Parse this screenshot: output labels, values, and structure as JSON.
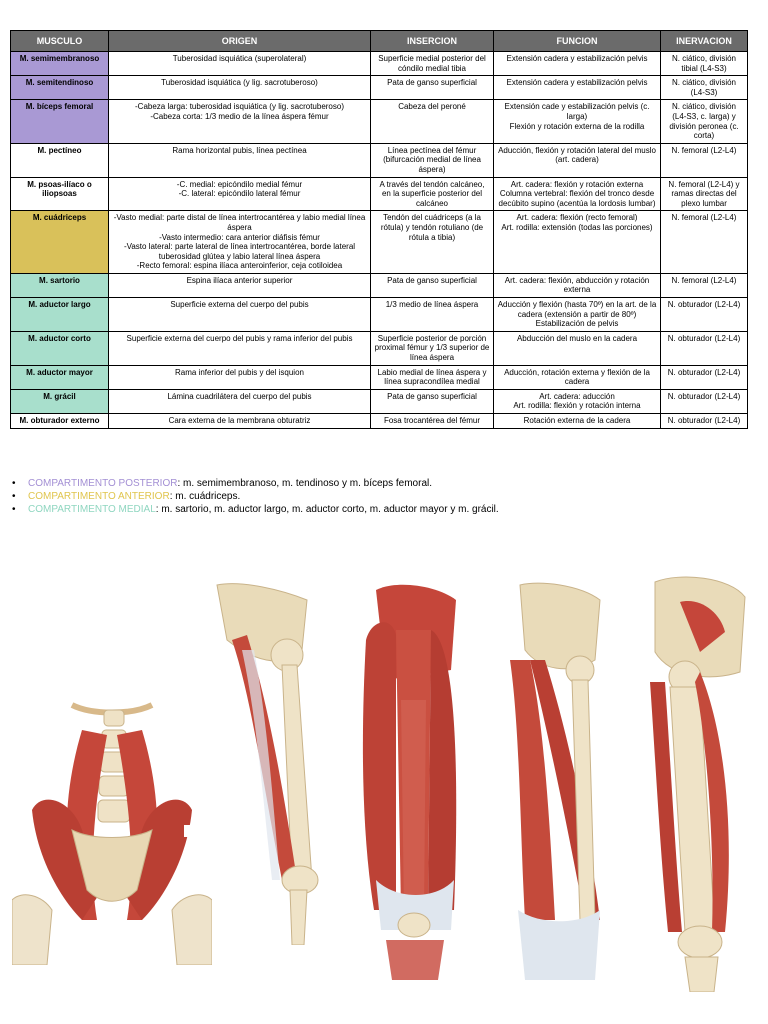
{
  "table": {
    "headers": [
      "MUSCULO",
      "ORIGEN",
      "INSERCION",
      "FUNCION",
      "INERVACION"
    ],
    "rows": [
      {
        "group": "post",
        "muscle": "M. semimembranoso",
        "origen": "Tuberosidad isquiática (superolateral)",
        "insercion": "Superficie medial posterior del cóndilo medial tibia",
        "funcion": "Extensión cadera y estabilización pelvis",
        "inervacion": "N. ciático, división tibial (L4-S3)"
      },
      {
        "group": "post",
        "muscle": "M. semitendinoso",
        "origen": "Tuberosidad isquiática (y lig. sacrotuberoso)",
        "insercion": "Pata de ganso superficial",
        "funcion": "Extensión cadera y estabilización pelvis",
        "inervacion": "N. ciático, división (L4-S3)"
      },
      {
        "group": "post",
        "muscle": "M. bíceps femoral",
        "origen": "-Cabeza larga: tuberosidad isquiática (y lig. sacrotuberoso)\n-Cabeza corta: 1/3 medio de la línea áspera fémur",
        "insercion": "Cabeza del peroné",
        "funcion": "Extensión cade y estabilización pelvis (c. larga)\nFlexión y rotación externa de la rodilla",
        "inervacion": "N. ciático, división (L4-S3, c. larga) y división peronea (c. corta)"
      },
      {
        "group": "plain",
        "muscle": "M. pectíneo",
        "origen": "Rama horizontal pubis, línea pectínea",
        "insercion": "Línea pectínea del fémur (bifurcación medial de línea áspera)",
        "funcion": "Aducción, flexión y rotación lateral del muslo (art. cadera)",
        "inervacion": "N. femoral (L2-L4)"
      },
      {
        "group": "plain",
        "muscle": "M. psoas-ilíaco o iliopsoas",
        "origen": "-C. medial: epicóndilo medial fémur\n-C. lateral: epicóndilo lateral fémur",
        "insercion": "A través del tendón calcáneo, en la superficie posterior del calcáneo",
        "funcion": "Art. cadera: flexión y rotación externa\nColumna vertebral: flexión del tronco desde decúbito supino (acentúa la lordosis lumbar)",
        "inervacion": "N. femoral (L2-L4) y ramas directas del plexo lumbar"
      },
      {
        "group": "ant",
        "muscle": "M. cuádriceps",
        "origen": "-Vasto medial: parte distal de línea intertrocantérea y labio medial línea áspera\n-Vasto intermedio: cara anterior diáfisis fémur\n-Vasto lateral: parte lateral de línea intertrocantérea, borde lateral tuberosidad glútea y labio lateral línea áspera\n-Recto femoral: espina ilíaca anteroinferior, ceja cotiloidea",
        "insercion": "Tendón del cuádriceps (a la rótula) y tendón rotuliano (de rótula a tibia)",
        "funcion": "Art. cadera: flexión (recto femoral)\nArt. rodilla: extensión (todas las porciones)",
        "inervacion": "N. femoral (L2-L4)"
      },
      {
        "group": "med",
        "muscle": "M. sartorio",
        "origen": "Espina ilíaca anterior superior",
        "insercion": "Pata de ganso superficial",
        "funcion": "Art. cadera: flexión, abducción y rotación externa",
        "inervacion": "N. femoral (L2-L4)"
      },
      {
        "group": "med",
        "muscle": "M. aductor largo",
        "origen": "Superficie externa del cuerpo del pubis",
        "insercion": "1/3 medio de línea áspera",
        "funcion": "Aducción y flexión (hasta 70º) en la art. de la cadera (extensión a partir de 80º)\nEstabilización de pelvis",
        "inervacion": "N. obturador (L2-L4)"
      },
      {
        "group": "med",
        "muscle": "M. aductor corto",
        "origen": "Superficie externa del cuerpo del pubis y rama inferior del pubis",
        "insercion": "Superficie posterior de porción proximal fémur y 1/3 superior de línea áspera",
        "funcion": "Abducción del muslo en la cadera",
        "inervacion": "N. obturador (L2-L4)"
      },
      {
        "group": "med",
        "muscle": "M. aductor mayor",
        "origen": "Rama inferior del pubis y del isquion",
        "insercion": "Labio medial de línea áspera y línea supracondílea medial",
        "funcion": "Aducción, rotación externa y flexión de la cadera",
        "inervacion": "N. obturador (L2-L4)"
      },
      {
        "group": "med",
        "muscle": "M. grácil",
        "origen": "Lámina cuadrilátera del cuerpo del pubis",
        "insercion": "Pata de ganso superficial",
        "funcion": "Art. cadera: aducción\nArt. rodilla: flexión y rotación interna",
        "inervacion": "N. obturador (L2-L4)"
      },
      {
        "group": "plain",
        "muscle": "M. obturador externo",
        "origen": "Cara externa de la membrana obturatriz",
        "insercion": "Fosa trocantérea del fémur",
        "funcion": "Rotación externa de la cadera",
        "inervacion": "N. obturador (L2-L4)"
      }
    ]
  },
  "legend": [
    {
      "label": "COMPARTIMENTO POSTERIOR",
      "text": ": m. semimembranoso, m. tendinoso y m. bíceps femoral.",
      "color": "#a38fd4"
    },
    {
      "label": "COMPARTIMENTO ANTERIOR",
      "text": ": m. cuádriceps.",
      "color": "#e0c54d"
    },
    {
      "label": "COMPARTIMENTO MEDIAL",
      "text": ": m. sartorio, m. aductor largo, m. aductor corto, m. aductor mayor y m. grácil.",
      "color": "#8fd6c0"
    }
  ],
  "legend_bullet": "•",
  "colors": {
    "posterior": "#a999d4",
    "anterior": "#d9c15a",
    "medial": "#a8dfcc",
    "header": "#6b6b6b",
    "muscle": "#c24a3c",
    "bone": "#e8dcc0"
  },
  "figures": [
    {
      "name": "psoas-iliacus-illustration"
    },
    {
      "name": "pectineus-sartorius-illustration"
    },
    {
      "name": "quadriceps-illustration"
    },
    {
      "name": "adductor-longus-illustration"
    },
    {
      "name": "adductor-magnus-illustration"
    }
  ]
}
